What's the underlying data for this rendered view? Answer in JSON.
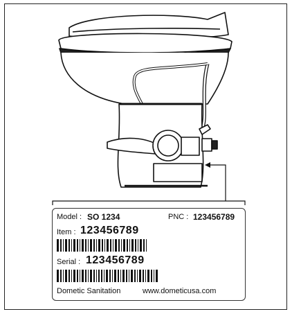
{
  "label": {
    "model_label": "Model :",
    "model_value": "SO 1234",
    "pnc_label": "PNC :",
    "pnc_value": "123456789",
    "item_label": "Item :",
    "item_value": "123456789",
    "serial_label": "Serial :",
    "serial_value": "123456789",
    "company": "Dometic Sanitation",
    "website": "www.dometicusa.com"
  }
}
